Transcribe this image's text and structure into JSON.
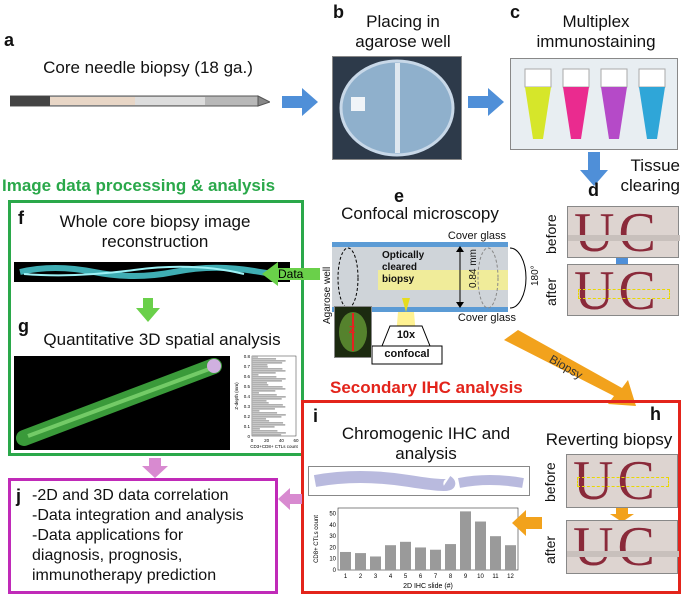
{
  "panels": {
    "a": {
      "letter": "a",
      "caption": "Core needle biopsy (18 ga.)"
    },
    "b": {
      "letter": "b",
      "caption_line1": "Placing in",
      "caption_line2": "agarose well"
    },
    "c": {
      "letter": "c",
      "caption_line1": "Multiplex",
      "caption_line2": "immunostaining"
    },
    "d": {
      "letter": "d",
      "caption_line1": "Tissue",
      "caption_line2": "clearing",
      "before": "before",
      "after": "after",
      "uc": "UC"
    },
    "e": {
      "letter": "e",
      "caption": "Confocal microscopy",
      "cover_glass_top": "Cover glass",
      "cover_glass_bottom": "Cover glass",
      "agarose_well": "Agarose well",
      "cleared_line1": "Optically",
      "cleared_line2": "cleared",
      "cleared_line3": "biopsy",
      "thickness": "0.84 mm",
      "rotation": "180°",
      "objective": "10x",
      "confocal": "confocal",
      "z": "Z"
    },
    "header_left": "Image data processing & analysis",
    "f": {
      "letter": "f",
      "caption_line1": "Whole core biopsy image",
      "caption_line2": "reconstruction"
    },
    "g": {
      "letter": "g",
      "caption": "Quantitative 3D spatial analysis"
    },
    "data_arrow": "Data",
    "biopsy_arrow": "Biopsy",
    "header_right": "Secondary IHC analysis",
    "h": {
      "letter": "h",
      "caption": "Reverting biopsy",
      "before": "before",
      "after": "after",
      "uc": "UC"
    },
    "i": {
      "letter": "i",
      "caption_line1": "Chromogenic IHC and",
      "caption_line2": "analysis"
    },
    "j": {
      "letter": "j",
      "line1": "-2D and 3D data correlation",
      "line2": "-Data integration and analysis",
      "line3": "-Data applications for",
      "line4": "diagnosis, prognosis,",
      "line5": "immunotherapy prediction"
    }
  },
  "colors": {
    "blue_arrow": "#4f8fd8",
    "green": "#2aa84a",
    "red": "#e3241b",
    "magenta": "#c02ab8",
    "orange": "#f2a21c"
  },
  "chart_i": {
    "type": "bar",
    "categories": [
      "1",
      "2",
      "3",
      "4",
      "5",
      "6",
      "7",
      "8",
      "9",
      "10",
      "11",
      "12"
    ],
    "values": [
      16,
      15,
      12,
      22,
      25,
      20,
      18,
      23,
      52,
      43,
      30,
      22
    ],
    "ylabel": "CD8+ CTLs count",
    "xlabel": "2D IHC slide (#)",
    "yticks": [
      "0",
      "10",
      "20",
      "30",
      "40",
      "50"
    ],
    "ylim": [
      0,
      55
    ]
  },
  "chart_g": {
    "ylabel": "Z-depth (mm)",
    "xlabel": "CD3+CD8+ CTLs count",
    "yticks": [
      "0",
      "0.1",
      "0.2",
      "0.3",
      "0.4",
      "0.5",
      "0.6",
      "0.7",
      "0.8"
    ],
    "xticks": [
      "0",
      "20",
      "40",
      "60"
    ]
  }
}
